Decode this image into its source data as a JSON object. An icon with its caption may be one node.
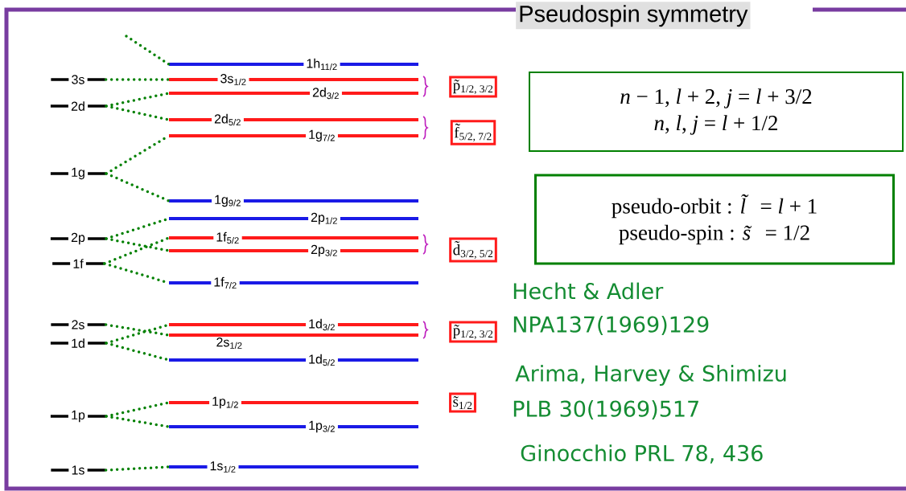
{
  "diagram": {
    "title": "Pseudospin symmetry",
    "nodes": [
      {
        "text": [
          "3s"
        ]
      },
      {
        "text": [
          "2d"
        ]
      },
      {
        "text": [
          "1g"
        ]
      },
      {
        "text": [
          "2p"
        ]
      },
      {
        "text": [
          "1f"
        ]
      },
      {
        "text": [
          "2s"
        ]
      },
      {
        "text": [
          "1d"
        ]
      },
      {
        "text": [
          "1p"
        ]
      },
      {
        "text": [
          "1s"
        ]
      },
      {
        "text": [
          "1h$_{11/2}$"
        ]
      },
      {
        "text": [
          "3s$_{1/2}$"
        ]
      },
      {
        "text": [
          "2d$_{3/2}$"
        ]
      },
      {
        "text": [
          "2d$_{5/2}$"
        ]
      },
      {
        "text": [
          "1g$_{7/2}$"
        ]
      },
      {
        "text": [
          "1g$_{9/2}$"
        ]
      },
      {
        "text": [
          "2p$_{1/2}$"
        ]
      },
      {
        "text": [
          "1f$_{5/2}$"
        ]
      },
      {
        "text": [
          "2p$_{3/2}$"
        ]
      },
      {
        "text": [
          "1f$_{7/2}$"
        ]
      },
      {
        "text": [
          "1d$_{3/2}$"
        ]
      },
      {
        "text": [
          "2s$_{1/2}$"
        ]
      },
      {
        "text": [
          "1d$_{5/2}$"
        ]
      },
      {
        "text": [
          "1p$_{1/2}$"
        ]
      },
      {
        "text": [
          "1p$_{3/2}$"
        ]
      },
      {
        "text": [
          "1s$_{1/2}$"
        ]
      },
      {
        "text": [
          "p̃$_{1/2, 3/2}$"
        ]
      },
      {
        "text": [
          "f̃$_{5/2, 7/2}$"
        ]
      },
      {
        "text": [
          "d̃$_{3/2, 5/2}$"
        ]
      },
      {
        "text": [
          "p̃$_{1/2, 3/2}$"
        ]
      },
      {
        "text": [
          "s̃$_{1/2}$"
        ]
      },
      {
        "text": [
          "*n* − 1,  *l* + 2,  *j* = *l* + 3/2",
          "*n*,        *l*,     *j* = *l* + 1/2"
        ]
      },
      {
        "text": [
          "pseudo-orbit  :  *l̃* = *l* + 1",
          "pseudo-spin  :  *s̃* = 1/2"
        ]
      }
    ],
    "edges": [
      {
        "from": null,
        "to": 9,
        "arrow": "none"
      },
      {
        "from": 0,
        "to": 10,
        "arrow": "none"
      },
      {
        "from": 1,
        "to": 11,
        "arrow": "none"
      },
      {
        "from": 1,
        "to": 12,
        "arrow": "none"
      },
      {
        "from": 2,
        "to": 13,
        "arrow": "none"
      },
      {
        "from": 2,
        "to": 14,
        "arrow": "none"
      },
      {
        "from": 3,
        "to": 15,
        "arrow": "none"
      },
      {
        "from": 3,
        "to": 17,
        "arrow": "none"
      },
      {
        "from": 4,
        "to": 16,
        "arrow": "none"
      },
      {
        "from": 4,
        "to": 18,
        "arrow": "none"
      },
      {
        "from": 5,
        "to": 20,
        "arrow": "none"
      },
      {
        "from": 6,
        "to": 19,
        "arrow": "none"
      },
      {
        "from": 6,
        "to": 21,
        "arrow": "none"
      },
      {
        "from": 7,
        "to": 22,
        "arrow": "none"
      },
      {
        "from": 7,
        "to": 23,
        "arrow": "none"
      },
      {
        "from": 8,
        "to": 24,
        "arrow": "none"
      }
    ],
    "labels": [
      "Hecht & Adler",
      "NPA137(1969)129",
      "Arima, Harvey & Shimizu",
      "PLB 30(1969)517",
      "Ginocchio PRL 78, 436"
    ]
  }
}
